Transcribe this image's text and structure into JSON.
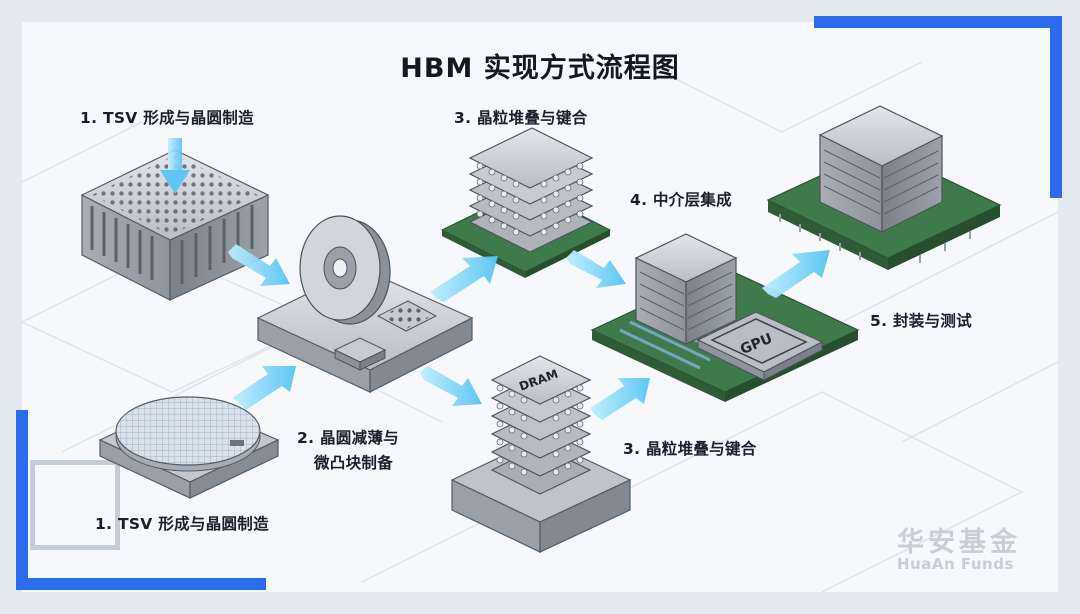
{
  "title": "HBM 实现方式流程图",
  "steps": {
    "s1_top": "1. TSV 形成与晶圆制造",
    "s1_bottom": "1. TSV 形成与晶圆制造",
    "s2_line1": "2. 晶圆减薄与",
    "s2_line2": "微凸块制备",
    "s3_top": "3. 晶粒堆叠与键合",
    "s3_bottom": "3. 晶粒堆叠与键合",
    "s4": "4. 中介层集成",
    "s5": "5. 封装与测试"
  },
  "chips": {
    "dram": "DRAM",
    "gpu": "GPU"
  },
  "brand": {
    "cn": "华安基金",
    "en": "HuaAn Funds"
  },
  "colors": {
    "accent": "#2a6bf0",
    "arrow": "#6fd0f5",
    "pcb": "#3f7a4c",
    "chip": "#9aa1aa"
  }
}
